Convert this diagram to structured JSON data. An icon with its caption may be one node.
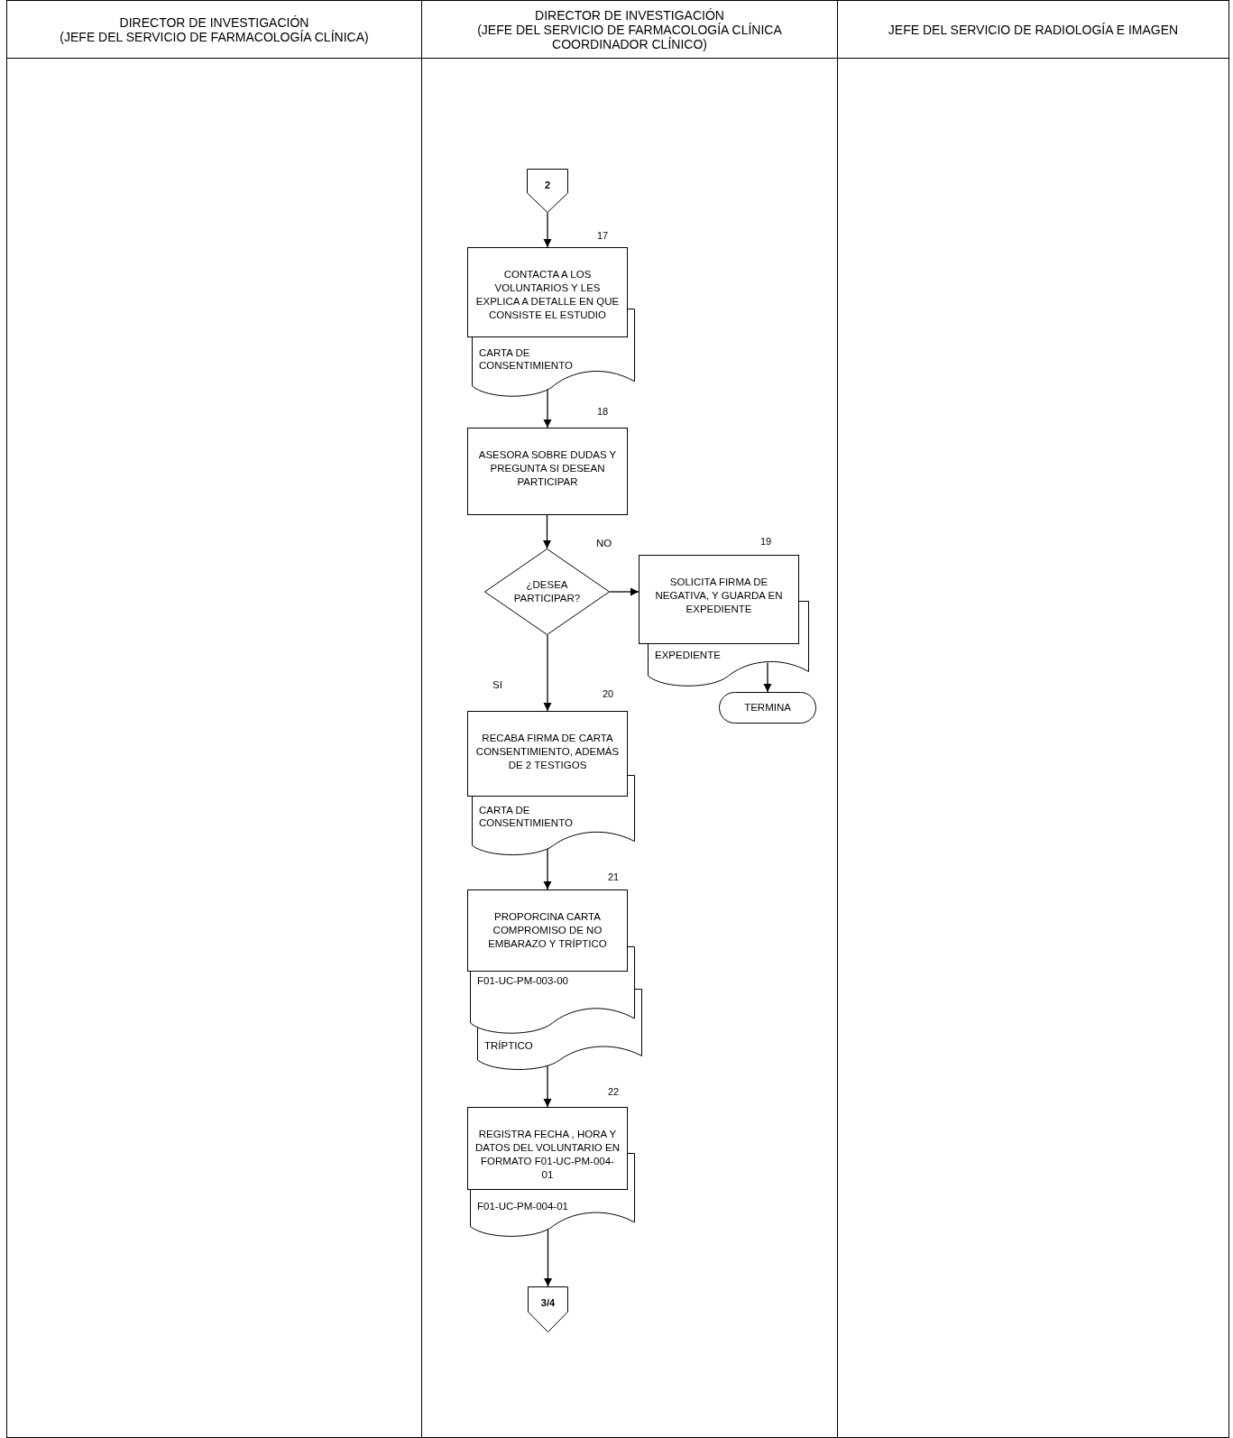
{
  "diagram": {
    "nodes": [
      {
        "text": [
          "DIRECTOR DE INVESTIGACIÓN",
          "(JEFE DEL SERVICIO DE FARMACOLOGÍA CLÍNICA)"
        ]
      },
      {
        "text": [
          "DIRECTOR DE INVESTIGACIÓN",
          "(JEFE DEL SERVICIO DE FARMACOLOGÍA CLÍNICA COORDINADOR CLÍNICO)"
        ]
      },
      {
        "text": [
          "JEFE DEL SERVICIO DE RADIOLOGÍA E IMAGEN"
        ]
      },
      {
        "text": [
          "2"
        ],
        "in": 1
      },
      {
        "text": [
          "CONTACTA A LOS VOLUNTARIOS Y LES EXPLICA A DETALLE EN QUE CONSISTE EL ESTUDIO"
        ],
        "beside": [
          "17"
        ],
        "in": 1
      },
      {
        "text": [
          "CARTA DE CONSENTIMIENTO"
        ],
        "in": 1
      },
      {
        "text": [
          "ASESORA SOBRE DUDAS Y PREGUNTA SI DESEAN PARTICIPAR"
        ],
        "beside": [
          "18"
        ],
        "in": 1
      },
      {
        "text": [
          "¿DESEA PARTICIPAR?"
        ],
        "in": 1
      },
      {
        "text": [
          "SOLICITA FIRMA DE NEGATIVA, Y GUARDA EN EXPEDIENTE"
        ],
        "beside": [
          "19"
        ],
        "in": 1
      },
      {
        "text": [
          "EXPEDIENTE"
        ],
        "in": 1
      },
      {
        "text": [
          "TERMINA"
        ],
        "in": 1
      },
      {
        "text": [
          "RECABA FIRMA DE CARTA CONSENTIMIENTO, ADEMÁS DE 2 TESTIGOS"
        ],
        "beside": [
          "20"
        ],
        "in": 1
      },
      {
        "text": [
          "CARTA DE CONSENTIMIENTO"
        ],
        "in": 1
      },
      {
        "text": [
          "PROPORCINA CARTA COMPROMISO DE NO EMBARAZO Y TRÍPTICO"
        ],
        "beside": [
          "21"
        ],
        "in": 1
      },
      {
        "text": [
          "F01-UC-PM-003-00"
        ],
        "in": 1
      },
      {
        "text": [
          "TRÍPTICO"
        ],
        "in": 1
      },
      {
        "text": [
          "REGISTRA FECHA , HORA Y DATOS DEL VOLUNTARIO EN FORMATO F01-UC-PM-004-01"
        ],
        "beside": [
          "22"
        ],
        "in": 1
      },
      {
        "text": [
          "F01-UC-PM-004-01"
        ],
        "in": 1
      },
      {
        "text": [
          "3/4"
        ],
        "in": 1
      }
    ],
    "edges": [
      {
        "from": 3,
        "to": 4,
        "arrow": "to"
      },
      {
        "from": 5,
        "to": 6,
        "arrow": "to"
      },
      {
        "from": 6,
        "to": 7,
        "arrow": "to"
      },
      {
        "from": 7,
        "to": 8,
        "arrow": "to",
        "label": "NO"
      },
      {
        "from": 9,
        "to": 10,
        "arrow": "to"
      },
      {
        "from": 7,
        "to": 11,
        "arrow": "to",
        "label": "SI"
      },
      {
        "from": 12,
        "to": 13,
        "arrow": "to"
      },
      {
        "from": 15,
        "to": 16,
        "arrow": "to"
      },
      {
        "from": 17,
        "to": 18,
        "arrow": "to"
      }
    ]
  }
}
